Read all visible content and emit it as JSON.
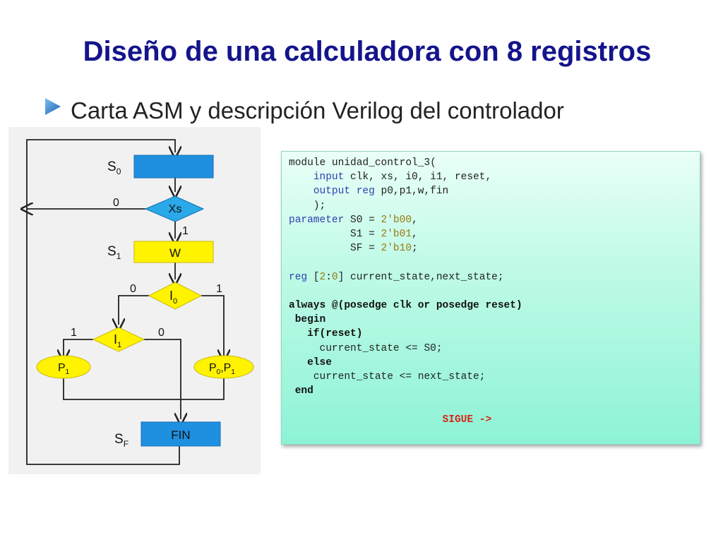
{
  "slide": {
    "title": "Diseño de una calculadora con 8 registros",
    "bullet": "Carta ASM y descripción Verilog del controlador",
    "accent_color": "#14148c"
  },
  "diagram": {
    "state_labels": {
      "s0": "S",
      "s0_sub": "0",
      "s1": "S",
      "s1_sub": "1",
      "sf": "S",
      "sf_sub": "F"
    },
    "decision_xs": "Xs",
    "xs_false": "0",
    "xs_true": "1",
    "w_box": "W",
    "decision_i0": "I",
    "i0_sub": "0",
    "i0_false": "0",
    "i0_true": "1",
    "decision_i1": "I",
    "i1_sub": "1",
    "i1_true": "1",
    "i1_false": "0",
    "out_p1": "P",
    "out_p1_sub": "1",
    "out_p0p1_a": "P",
    "out_p0p1_a_sub": "0",
    "out_p0p1_sep": ",P",
    "out_p0p1_b_sub": "1",
    "fin_box": "FIN",
    "colors": {
      "state_box": "#1f8fe0",
      "decision": "#2aa8e8",
      "condition": "#fff300",
      "fin": "#1f8fe0"
    }
  },
  "code": {
    "l1": "module unidad_control_3(",
    "l2_kw": "input",
    "l2_rest": " clk, xs, i0, i1, reset,",
    "l3_kw": "output reg",
    "l3_rest": " p0,p1,w,fin",
    "l4": ");",
    "l5_kw": "parameter",
    "l5_a": " S0 = ",
    "l5_num": "2'b00",
    "l5_end": ",",
    "l6_a": "S1 = ",
    "l6_num": "2'b01",
    "l6_end": ",",
    "l7_a": "SF = ",
    "l7_num": "2'b10",
    "l7_end": ";",
    "l8_kw": "reg",
    "l8_a": " [",
    "l8_n1": "2",
    "l8_b": ":",
    "l8_n2": "0",
    "l8_c": "] current_state,next_state;",
    "l9_a": "always @(posedge clk ",
    "l9_kw": "or",
    "l9_b": " posedge reset)",
    "l10": "begin",
    "l11": "if(reset)",
    "l12": "current_state <= S0;",
    "l13": "else",
    "l14": "current_state <= next_state;",
    "l15": "end",
    "sigue": "SIGUE ->"
  }
}
